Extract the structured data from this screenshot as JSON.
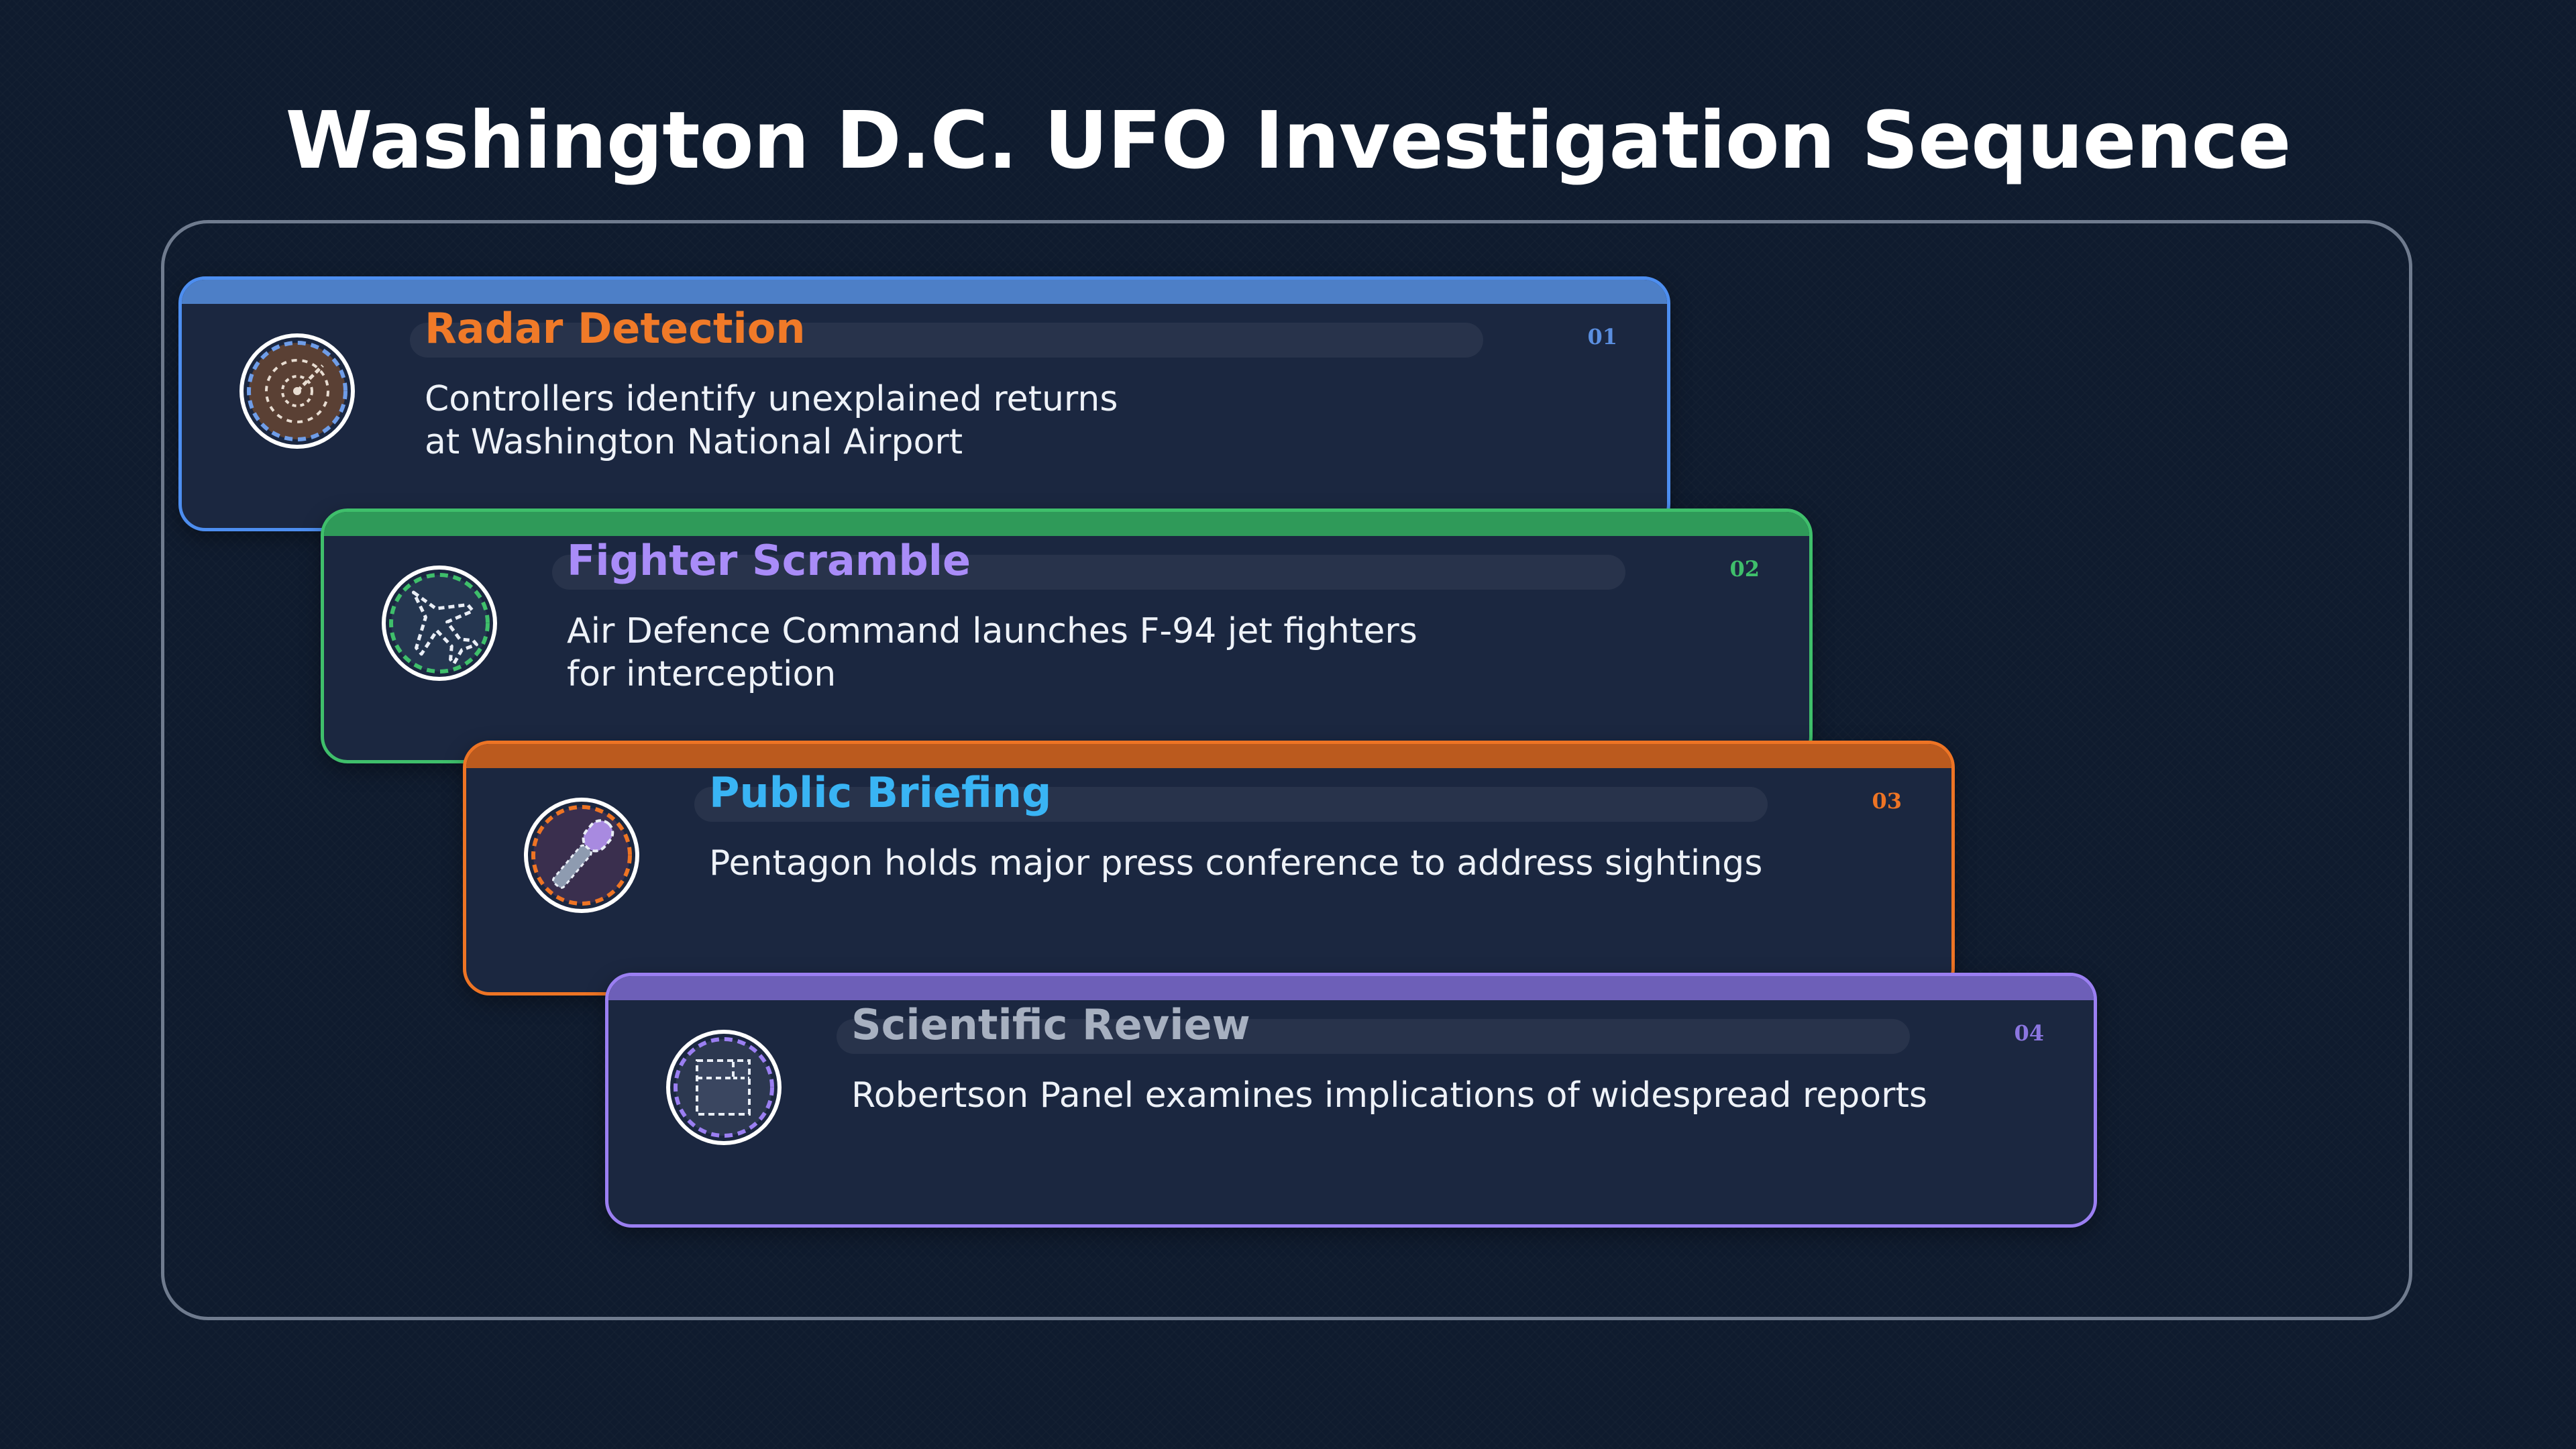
{
  "title": "Washington D.C. UFO Investigation Sequence",
  "steps": [
    {
      "number": "01",
      "heading": "Radar Detection",
      "description_lines": [
        "Controllers identify unexplained returns",
        "at Washington National Airport"
      ],
      "icon": "radar-icon",
      "accent": "#4d8ef0",
      "heading_color": "#f07a28"
    },
    {
      "number": "02",
      "heading": "Fighter Scramble",
      "description_lines": [
        "Air Defence Command launches F-94 jet fighters",
        "for interception"
      ],
      "icon": "jet-fighter-icon",
      "accent": "#3fbf6b",
      "heading_color": "#a98cf8"
    },
    {
      "number": "03",
      "heading": "Public Briefing",
      "description_lines": [
        "Pentagon holds major press conference to address sightings"
      ],
      "icon": "microphone-icon",
      "accent": "#ee7424",
      "heading_color": "#39b4f4"
    },
    {
      "number": "04",
      "heading": "Scientific Review",
      "description_lines": [
        "Robertson Panel examines implications of widespread reports"
      ],
      "icon": "document-review-icon",
      "accent": "#9b7ff2",
      "heading_color": "#a7b0c0"
    }
  ]
}
